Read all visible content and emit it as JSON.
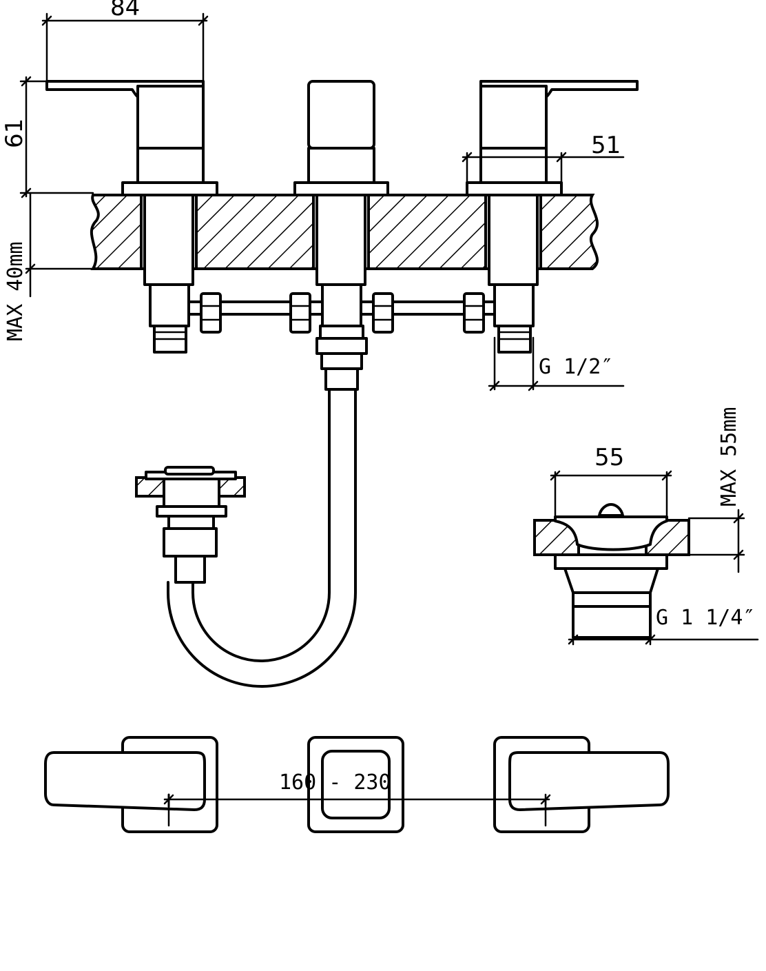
{
  "dimensions": {
    "handle_width": "84",
    "tap_height": "61",
    "deck_thickness": "MAX 40mm",
    "flange_width": "51",
    "inlet_thread": "G 1/2″",
    "waste_width": "55",
    "waste_deck_thickness": "MAX 55mm",
    "waste_thread": "G 1 1/4″",
    "centres": "160 - 230"
  },
  "colors": {
    "line": "#000000",
    "background": "#ffffff"
  }
}
